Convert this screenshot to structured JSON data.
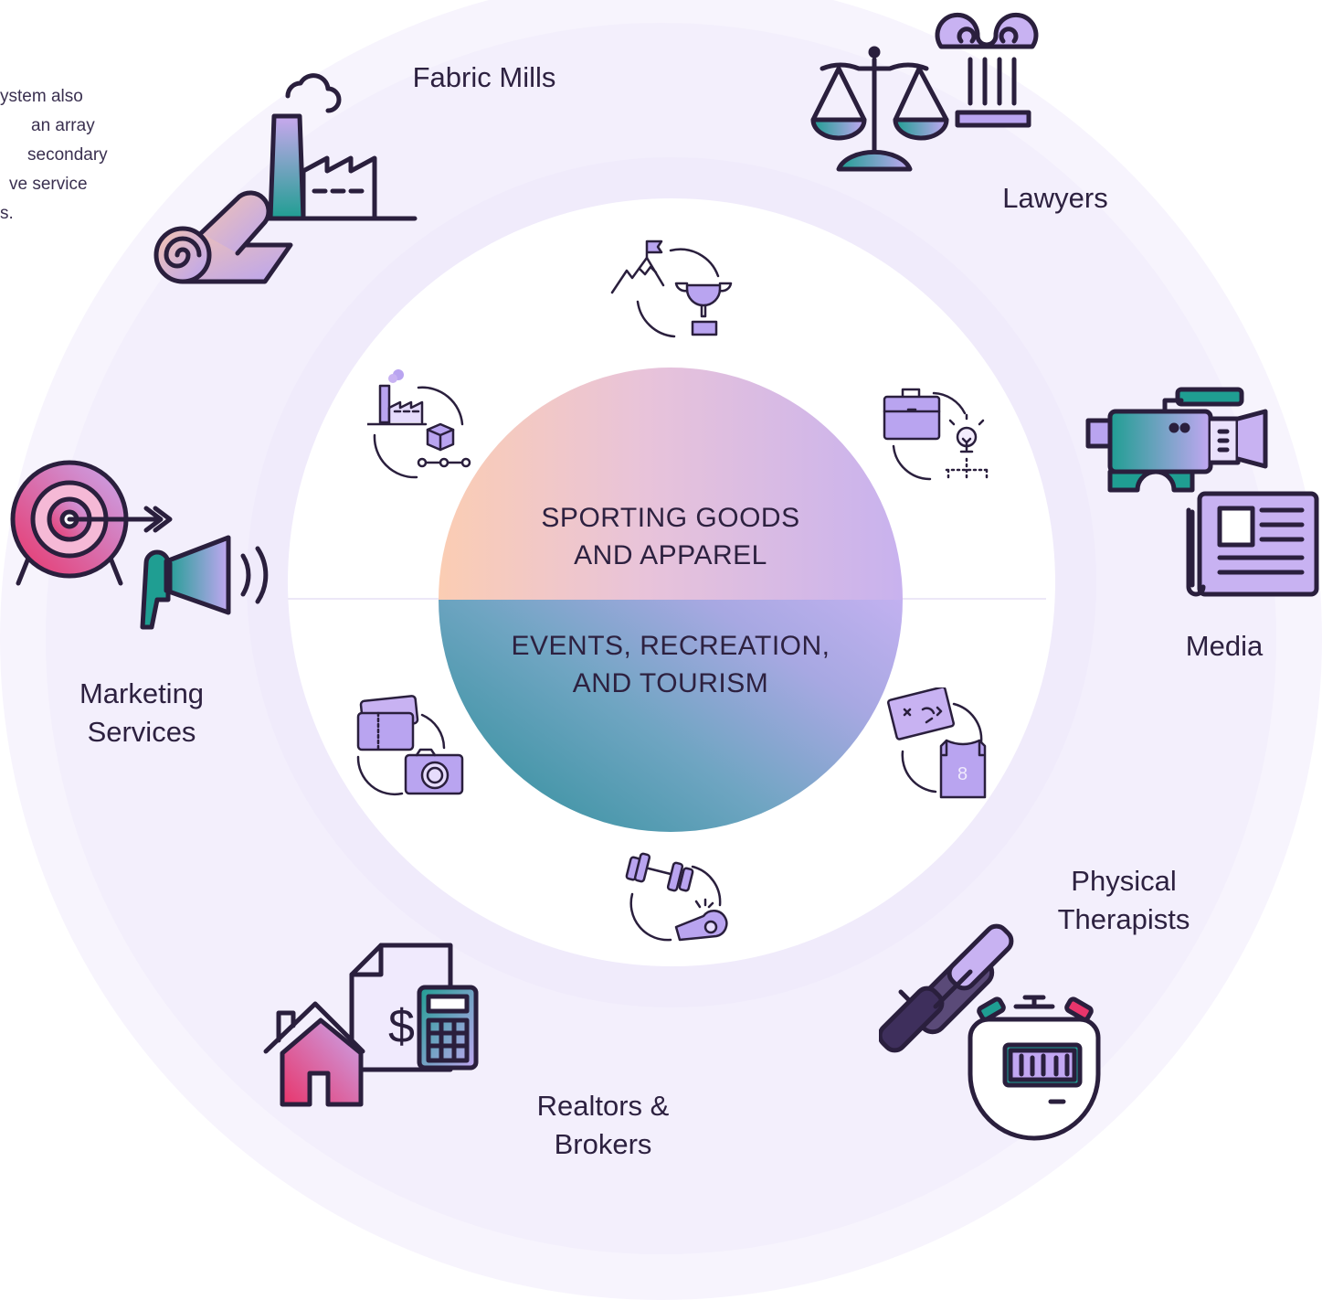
{
  "intro_lines": [
    "ystem also",
    "an array",
    "secondary",
    "ve service",
    "s."
  ],
  "center": {
    "top_label_line1": "SPORTING GOODS",
    "top_label_line2": "AND APPAREL",
    "bottom_label_line1": "EVENTS, RECREATION,",
    "bottom_label_line2": "AND TOURISM"
  },
  "categories": {
    "fabric_mills": "Fabric Mills",
    "lawyers": "Lawyers",
    "media": "Media",
    "marketing_line1": "Marketing",
    "marketing_line2": "Services",
    "physical_line1": "Physical",
    "physical_line2": "Therapists",
    "realtors_line1": "Realtors &",
    "realtors_line2": "Brokers"
  },
  "small_icons": {
    "jersey_number": "8",
    "house_sign": "$"
  },
  "colors": {
    "ink": "#2a1f3d",
    "lavender": "#b9a4f0",
    "teal": "#1f9e92",
    "pink": "#e8356b",
    "peach": "#f5c4b0"
  }
}
